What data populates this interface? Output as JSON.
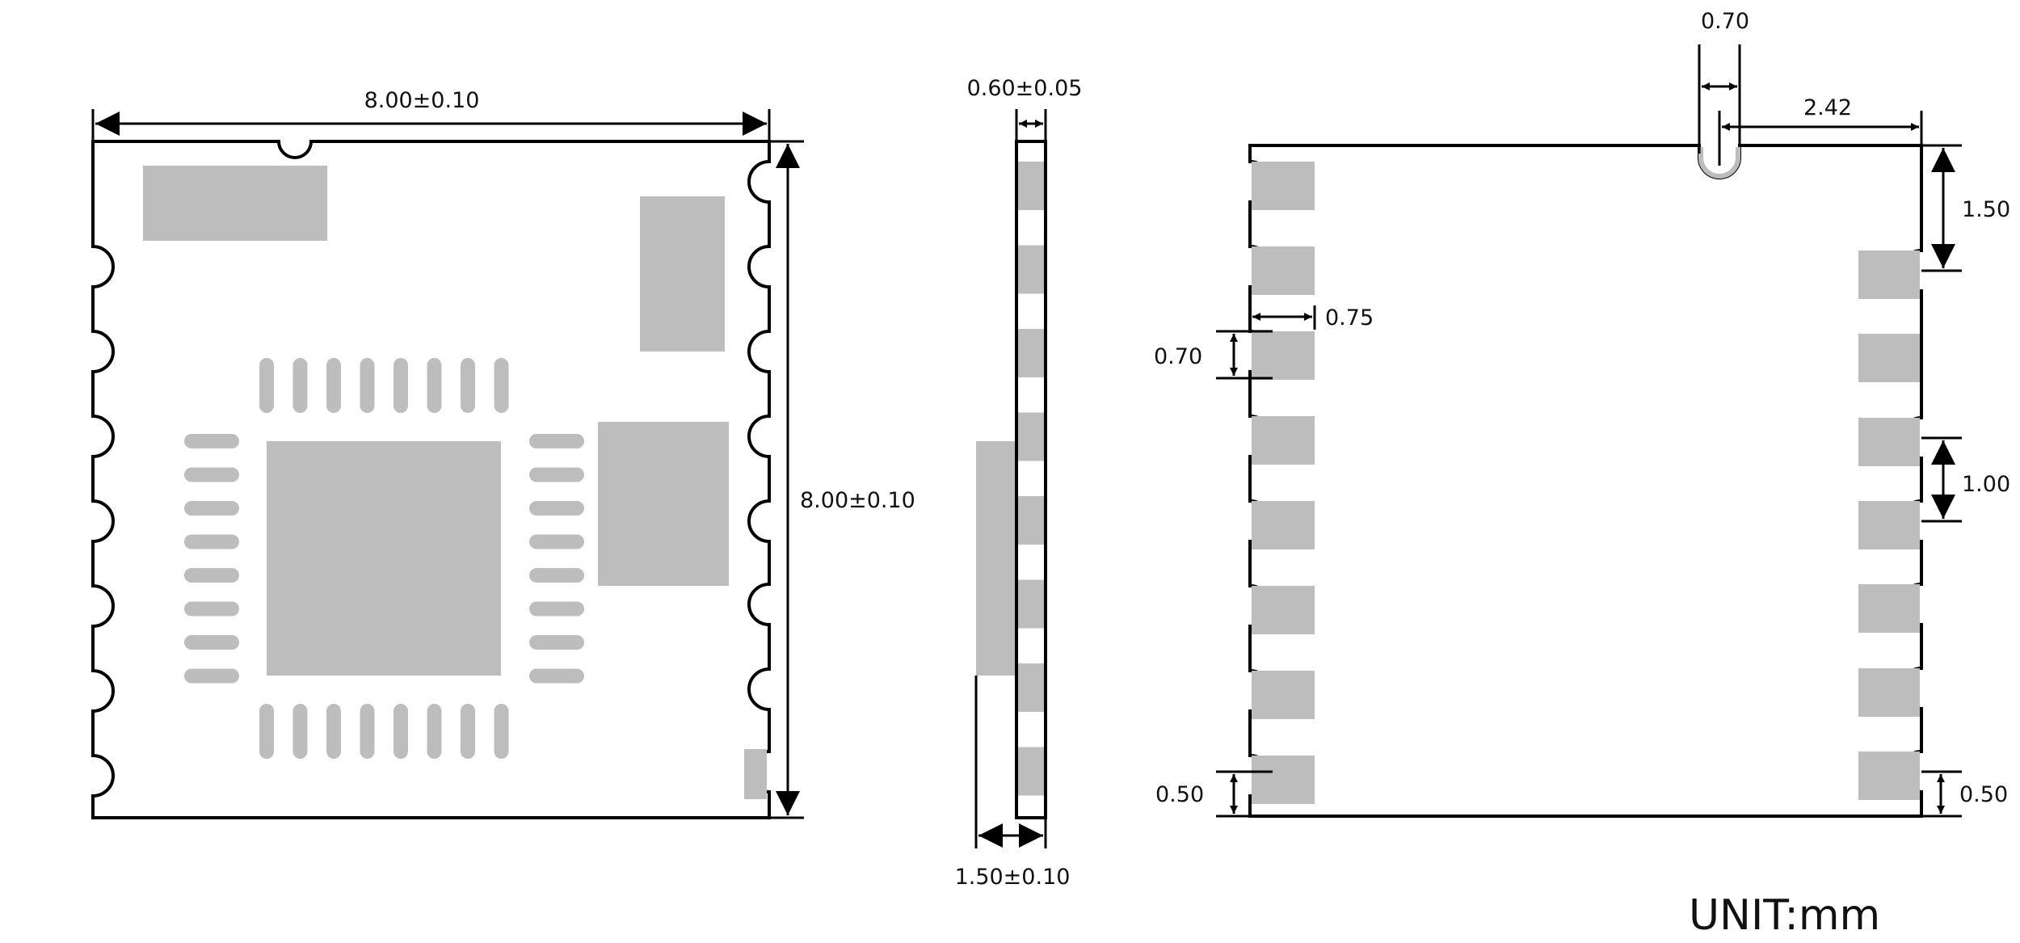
{
  "labels": {
    "top_width": "8.00±0.10",
    "top_height": "8.00±0.10",
    "side_thickness": "0.60±0.05",
    "side_height": "1.50±0.10",
    "slot_width": "0.70",
    "slot_offset": "2.42",
    "edge_to_first_pad": "1.50",
    "pad_depth": "0.75",
    "pad_width": "0.70",
    "pitch": "1.00",
    "bottom_left": "0.50",
    "bottom_right": "0.50",
    "unit": "UNIT:mm"
  },
  "colors": {
    "pad": "#bdbdbd",
    "outline": "#000000"
  }
}
